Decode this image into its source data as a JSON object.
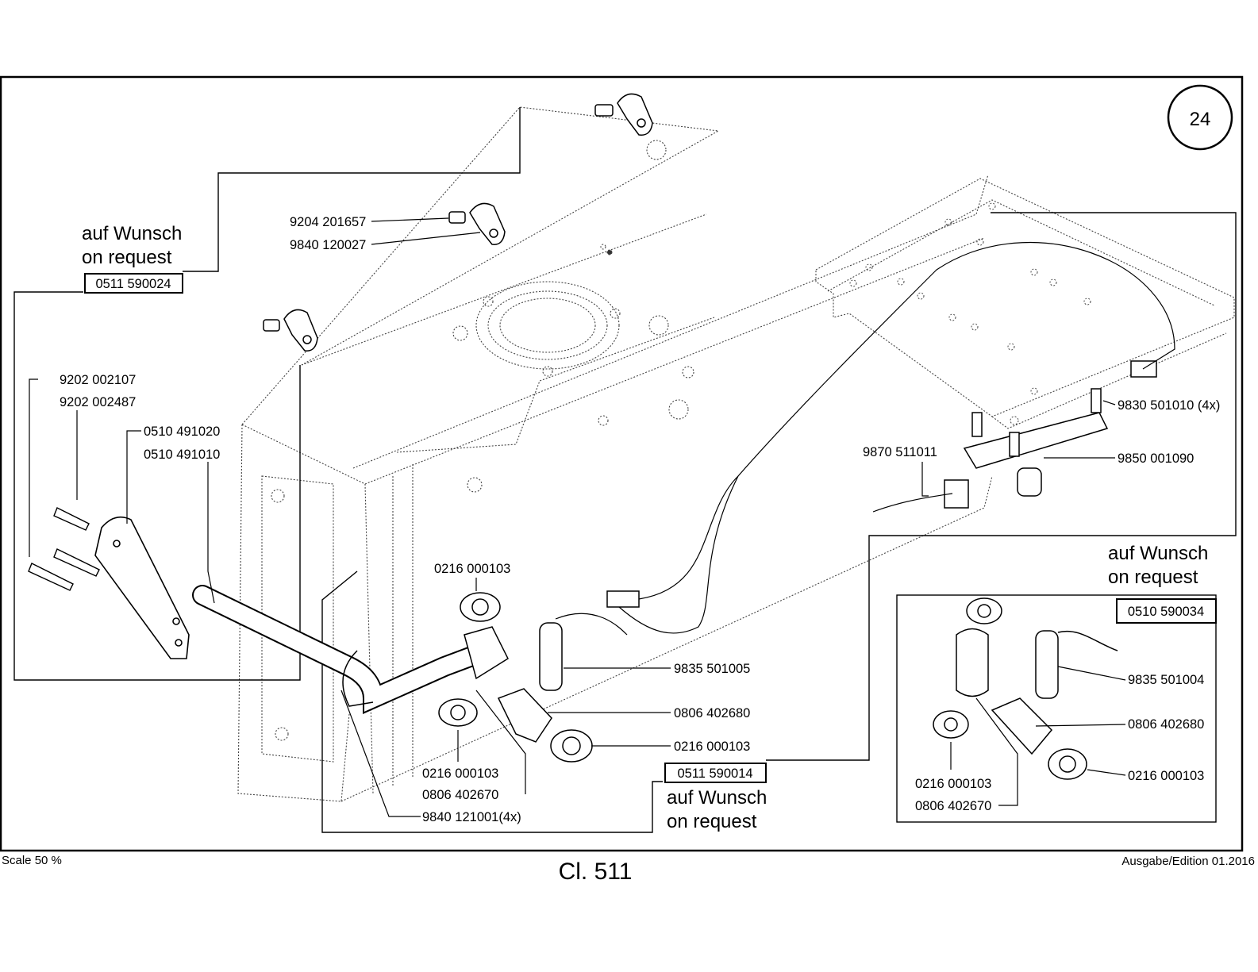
{
  "page_number": "24",
  "footer": {
    "scale": "Scale 50 %",
    "title": "Cl. 511",
    "edition": "Ausgabe/Edition 01.2016"
  },
  "option_notes": {
    "left": {
      "line1": "auf Wunsch",
      "line2": "on request",
      "kit": "0511 590024"
    },
    "bottom": {
      "line1": "auf Wunsch",
      "line2": "on request",
      "kit": "0511 590014"
    },
    "right": {
      "line1": "auf Wunsch",
      "line2": "on request",
      "kit": "0510 590034"
    }
  },
  "part_labels": [
    {
      "id": "p-9204-201657",
      "text": "9204 201657"
    },
    {
      "id": "p-9840-120027",
      "text": "9840 120027"
    },
    {
      "id": "p-9202-002107",
      "text": "9202 002107"
    },
    {
      "id": "p-9202-002487",
      "text": "9202 002487"
    },
    {
      "id": "p-0510-491020",
      "text": "0510 491020"
    },
    {
      "id": "p-0510-491010",
      "text": "0510 491010"
    },
    {
      "id": "p-0216-000103-a",
      "text": "0216 000103"
    },
    {
      "id": "p-9835-501005",
      "text": "9835 501005"
    },
    {
      "id": "p-0806-402680-a",
      "text": "0806 402680"
    },
    {
      "id": "p-0216-000103-b",
      "text": "0216 000103"
    },
    {
      "id": "p-0216-000103-c",
      "text": "0216 000103"
    },
    {
      "id": "p-0806-402670-a",
      "text": "0806 402670"
    },
    {
      "id": "p-9840-121001",
      "text": "9840 121001(4x)"
    },
    {
      "id": "p-9870-511011",
      "text": "9870 511011"
    },
    {
      "id": "p-9830-501010",
      "text": "9830 501010 (4x)"
    },
    {
      "id": "p-9850-001090",
      "text": "9850 001090"
    },
    {
      "id": "p-9835-501004",
      "text": "9835 501004"
    },
    {
      "id": "p-0806-402680-b",
      "text": "0806 402680"
    },
    {
      "id": "p-0216-000103-d",
      "text": "0216 000103"
    },
    {
      "id": "p-0216-000103-e",
      "text": "0216 000103"
    },
    {
      "id": "p-0806-402670-b",
      "text": "0806 402670"
    }
  ]
}
